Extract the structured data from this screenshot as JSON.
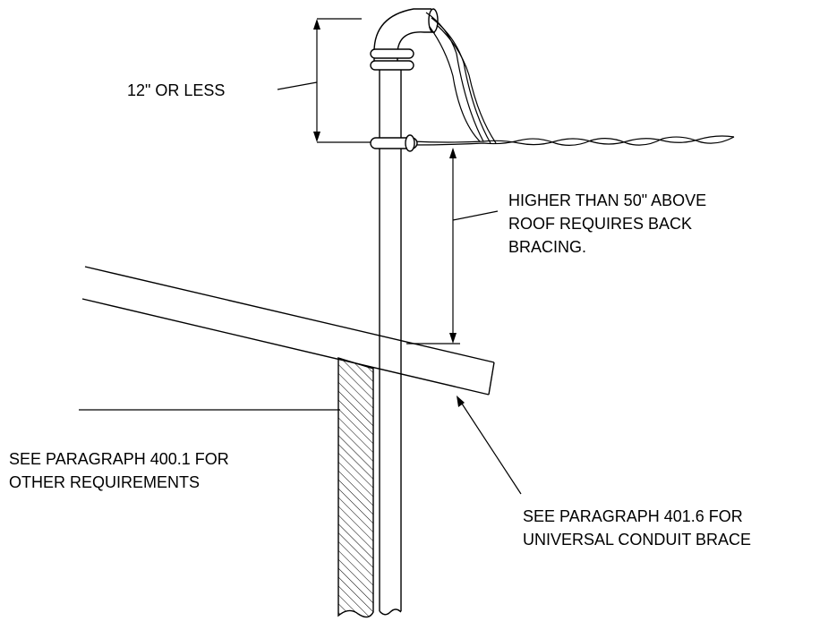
{
  "labels": {
    "clearance": "12\" OR LESS",
    "height_note": [
      "HIGHER THAN 50\" ABOVE",
      "ROOF REQUIRES BACK",
      "BRACING."
    ],
    "para_400": [
      "SEE PARAGRAPH 400.1 FOR",
      "OTHER REQUIREMENTS"
    ],
    "para_401": [
      "SEE PARAGRAPH 401.6 FOR",
      "UNIVERSAL CONDUIT BRACE"
    ]
  },
  "colors": {
    "line": "#000000",
    "background": "#ffffff"
  }
}
